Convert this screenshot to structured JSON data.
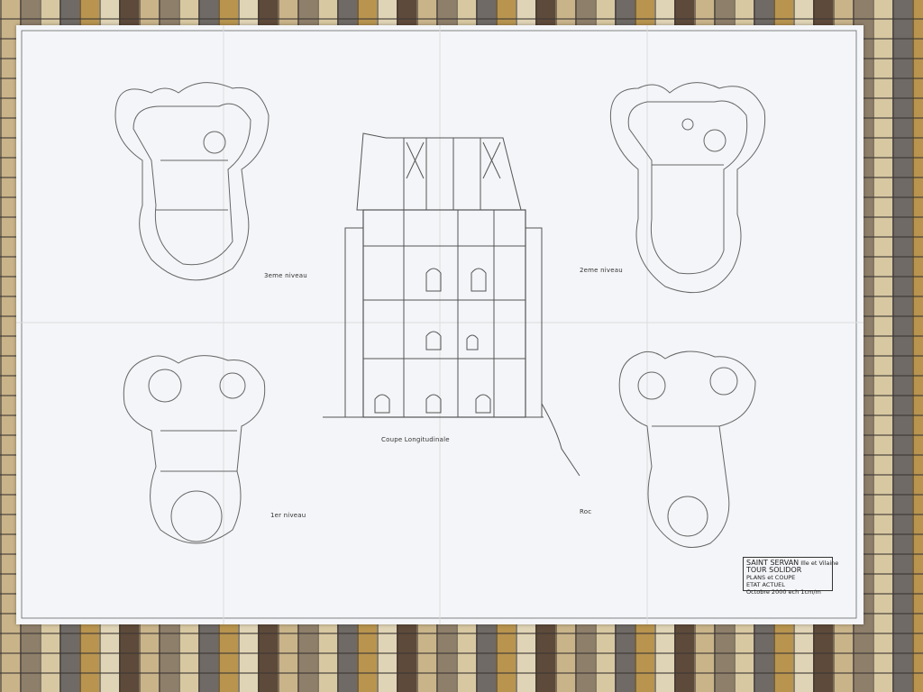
{
  "labels": {
    "level3_left": "3eme niveau",
    "level2_right": "2eme niveau",
    "level1_left": "1er niveau",
    "roc_right": "Roc",
    "section": "Coupe Longitudinale"
  },
  "cartouche": {
    "line1a": "SAINT SERVAN",
    "line1b": "Ille et Vilaine",
    "line2": "TOUR SOLIDOR",
    "line3": "PLANS et COUPE",
    "line4": "ETAT ACTUEL",
    "line5": "Octobre 2000 ech 1cm/m"
  }
}
